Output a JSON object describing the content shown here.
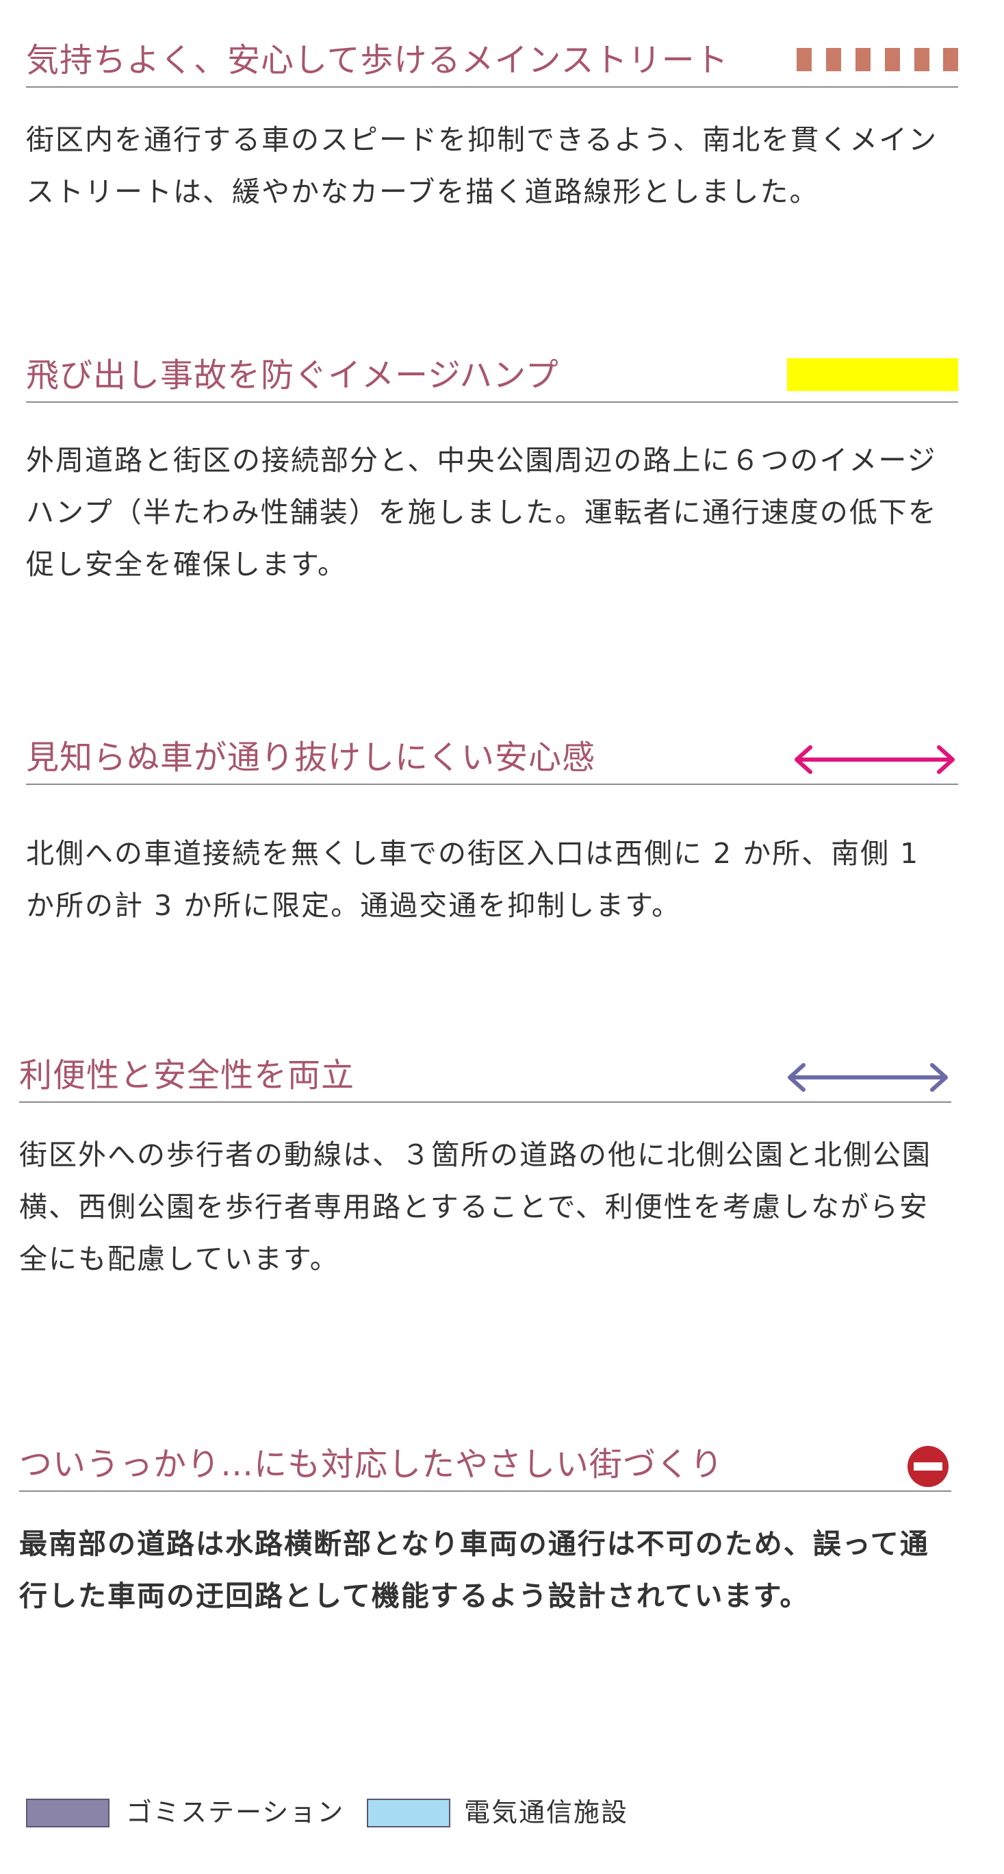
{
  "sections": [
    {
      "title": "気持ちよく、安心して歩けるメインストリート",
      "body": "街区内を通行する車のスピードを抑制できるよう、南北を貫くメインストリートは、緩やかなカーブを描く道路線形としました。",
      "icon": "dashed-brick-line-icon",
      "icon_color": "#c97b67"
    },
    {
      "title": "飛び出し事故を防ぐイメージハンプ",
      "body": "外周道路と街区の接続部分と、中央公園周辺の路上に６つのイメージハンプ（半たわみ性舗装）を施しました。運転者に通行速度の低下を促し安全を確保します。",
      "icon": "yellow-bar-icon",
      "icon_color": "#ffff00"
    },
    {
      "title": "見知らぬ車が通り抜けしにくい安心感",
      "body": "北側への車道接続を無くし車での街区入口は西側に 2 か所、南側 1 か所の計 3 か所に限定。通過交通を抑制します。",
      "icon": "double-arrow-icon",
      "icon_color": "#e0147a"
    },
    {
      "title": "利便性と安全性を両立",
      "body": "街区外への歩行者の動線は、３箇所の道路の他に北側公園と北側公園横、西側公園を歩行者専用路とすることで、利便性を考慮しながら安全にも配慮しています。",
      "icon": "double-arrow-icon",
      "icon_color": "#6b6aa8"
    },
    {
      "title": "ついうっかり…にも対応したやさしい街づくり",
      "body": "最南部の道路は水路横断部となり車両の通行は不可のため、誤って通行した車両の迂回路として機能するよう設計されています。",
      "icon": "no-entry-icon",
      "icon_color": "#c0242f"
    }
  ],
  "legend": [
    {
      "label": "ゴミステーション",
      "color": "#8a85a8"
    },
    {
      "label": "電気通信施設",
      "color": "#a8dcf5"
    }
  ]
}
